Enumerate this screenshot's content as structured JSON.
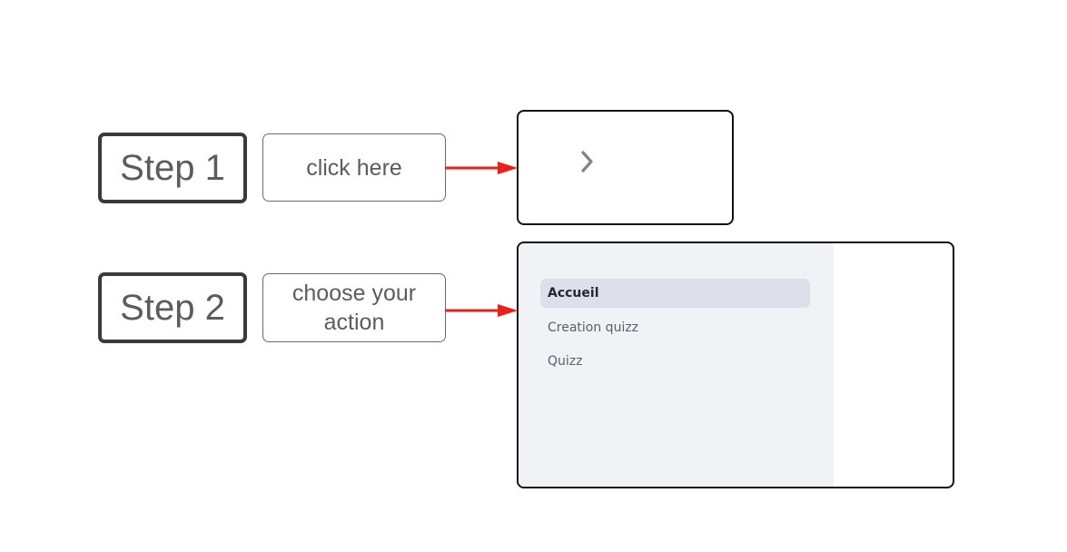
{
  "steps": [
    {
      "badge": "Step 1",
      "label": "click here"
    },
    {
      "badge": "Step 2",
      "label": "choose your action"
    }
  ],
  "step1_panel": {
    "icon": "chevron-right-icon"
  },
  "step2_panel": {
    "nav_items": [
      {
        "label": "Accueil",
        "active": true
      },
      {
        "label": "Creation quizz",
        "active": false
      },
      {
        "label": "Quizz",
        "active": false
      }
    ]
  },
  "colors": {
    "arrow": "#e8201c",
    "sidebar_bg": "#f0f2f6",
    "active_item_bg": "#dde0ea",
    "badge_text": "#5c5c5c"
  }
}
